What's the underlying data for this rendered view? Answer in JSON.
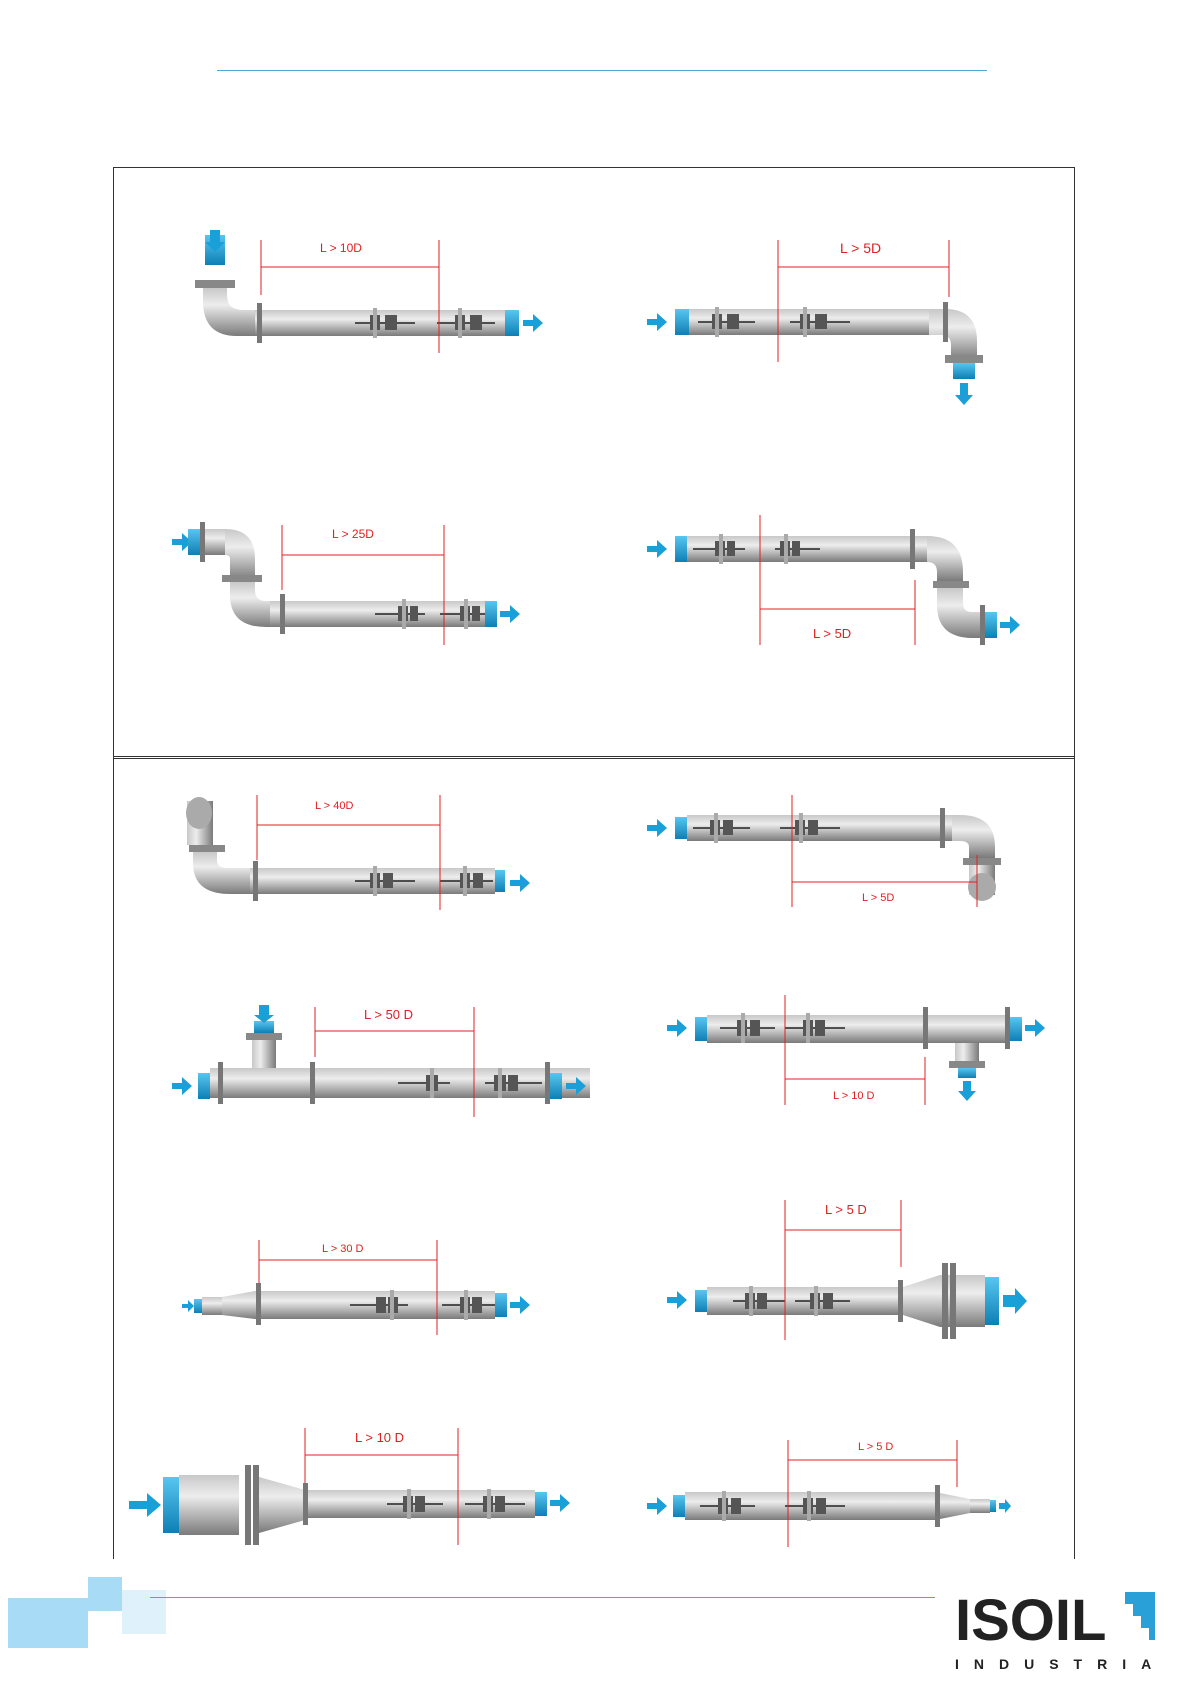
{
  "colors": {
    "accent": "#4aa7d6",
    "dimension": "#e02020",
    "pipe": "#9a9a9a",
    "flow": "#1aa0d8"
  },
  "figures": [
    {
      "label": "L > 10D"
    },
    {
      "label": "L > 5D"
    },
    {
      "label": "L > 25D"
    },
    {
      "label": "L > 5D"
    },
    {
      "label": "L > 40D"
    },
    {
      "label": "L > 5D"
    },
    {
      "label": "L > 50 D"
    },
    {
      "label": "L > 10 D"
    },
    {
      "label": "L > 30 D"
    },
    {
      "label": "L > 5 D"
    },
    {
      "label": "L > 10 D"
    },
    {
      "label": "L > 5 D"
    }
  ],
  "logo": {
    "brand": "ISOIL",
    "sub": "INDUSTRIA"
  }
}
